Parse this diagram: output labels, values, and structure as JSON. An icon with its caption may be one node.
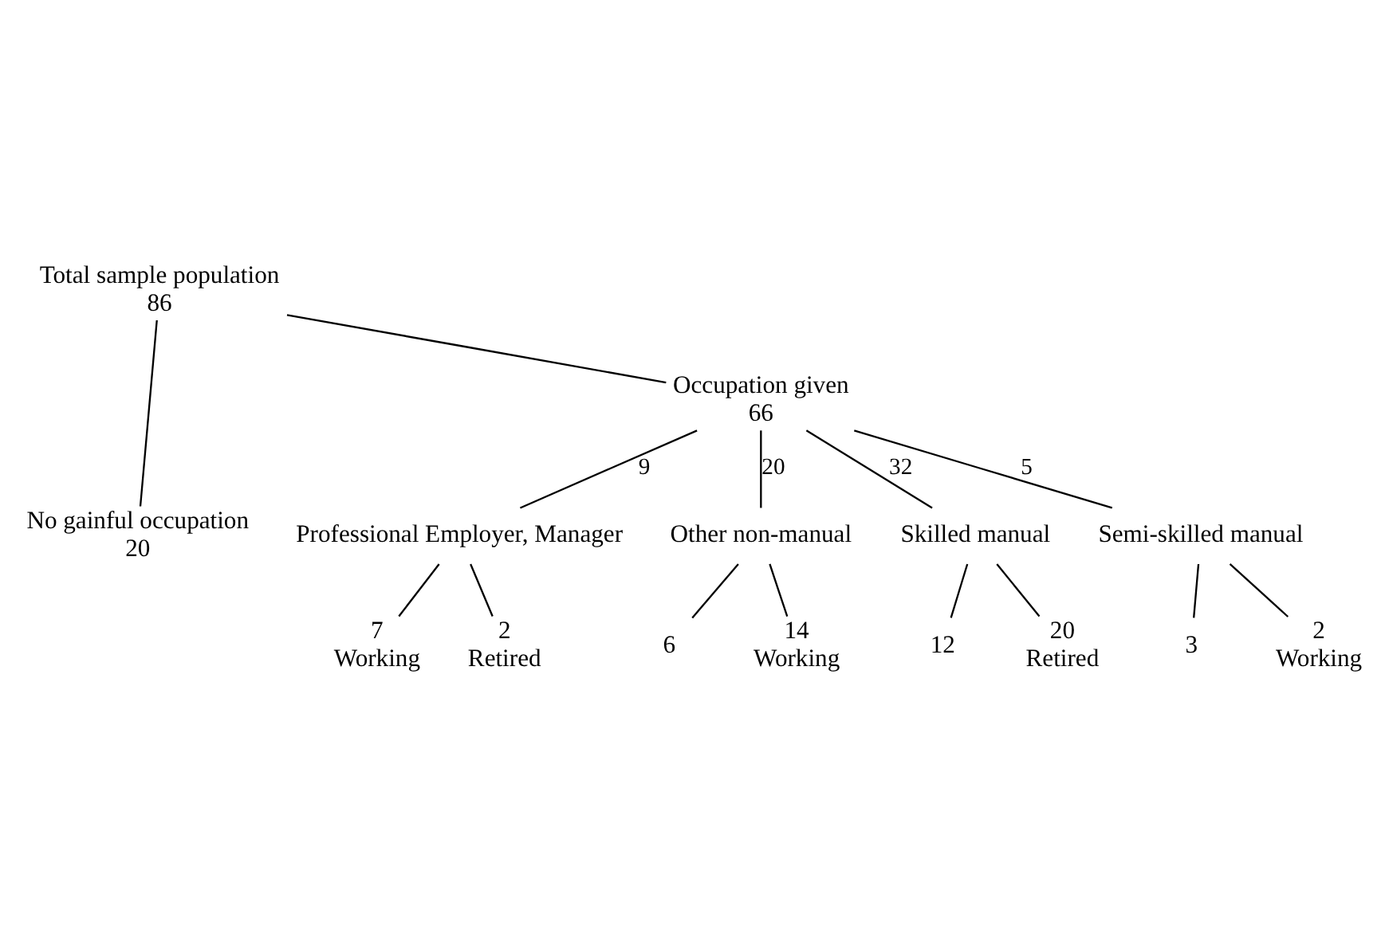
{
  "diagram": {
    "nodes": [
      {
        "text": [
          "Total sample population",
          "86"
        ]
      },
      {
        "text": [
          "No gainful occupation",
          "20"
        ]
      },
      {
        "text": [
          "Occupation given",
          "66"
        ]
      },
      {
        "text": [
          "Professional Employer, Manager"
        ]
      },
      {
        "text": [
          "Other non-manual"
        ]
      },
      {
        "text": [
          "Skilled manual"
        ]
      },
      {
        "text": [
          "Semi-skilled manual"
        ]
      },
      {
        "text": [
          "7",
          "Working"
        ]
      },
      {
        "text": [
          "2",
          "Retired"
        ]
      },
      {
        "text": [
          "6"
        ]
      },
      {
        "text": [
          "14",
          "Working"
        ]
      },
      {
        "text": [
          "12"
        ]
      },
      {
        "text": [
          "20",
          "Retired"
        ]
      },
      {
        "text": [
          "3"
        ]
      },
      {
        "text": [
          "2",
          "Working"
        ]
      }
    ],
    "edges": [
      {
        "from": 0,
        "to": 1,
        "arrow": "none"
      },
      {
        "from": 0,
        "to": 2,
        "arrow": "none"
      },
      {
        "from": 2,
        "to": 3,
        "arrow": "none",
        "label": "9"
      },
      {
        "from": 2,
        "to": 4,
        "arrow": "none",
        "label": "20"
      },
      {
        "from": 2,
        "to": 5,
        "arrow": "none",
        "label": "32"
      },
      {
        "from": 2,
        "to": 6,
        "arrow": "none",
        "label": "5"
      },
      {
        "from": 3,
        "to": 7,
        "arrow": "none"
      },
      {
        "from": 3,
        "to": 8,
        "arrow": "none"
      },
      {
        "from": 4,
        "to": 9,
        "arrow": "none"
      },
      {
        "from": 4,
        "to": 10,
        "arrow": "none"
      },
      {
        "from": 5,
        "to": 11,
        "arrow": "none"
      },
      {
        "from": 5,
        "to": 12,
        "arrow": "none"
      },
      {
        "from": 6,
        "to": 13,
        "arrow": "none"
      },
      {
        "from": 6,
        "to": 14,
        "arrow": "none"
      }
    ]
  }
}
